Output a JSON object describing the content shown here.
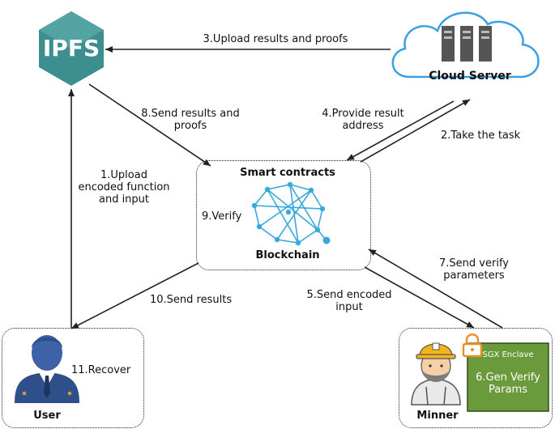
{
  "nodes": {
    "ipfs": "IPFS",
    "cloud": "Cloud Server",
    "contracts": "Smart contracts",
    "blockchain": "Blockchain",
    "user": "User",
    "miner": "Minner",
    "enclave": "SGX Enclave"
  },
  "steps": {
    "s1": "1.Upload\nencoded function\nand input",
    "s2": "2.Take the task",
    "s3": "3.Upload results and proofs",
    "s4": "4.Provide result\naddress",
    "s5": "5.Send encoded\ninput",
    "s6": "6.Gen Verify\nParams",
    "s7": "7.Send verify\nparameters",
    "s8": "8.Send results and\nproofs",
    "s9": "9.Verify",
    "s10": "10.Send results",
    "s11": "11.Recover"
  },
  "colors": {
    "ipfs": "#3d8f8f",
    "cloud_outline": "#3aa0e6",
    "network": "#39a9dc",
    "enclave": "#6a9a3c",
    "lock": "#e8912c",
    "user_icon": "#2f4f8a"
  }
}
